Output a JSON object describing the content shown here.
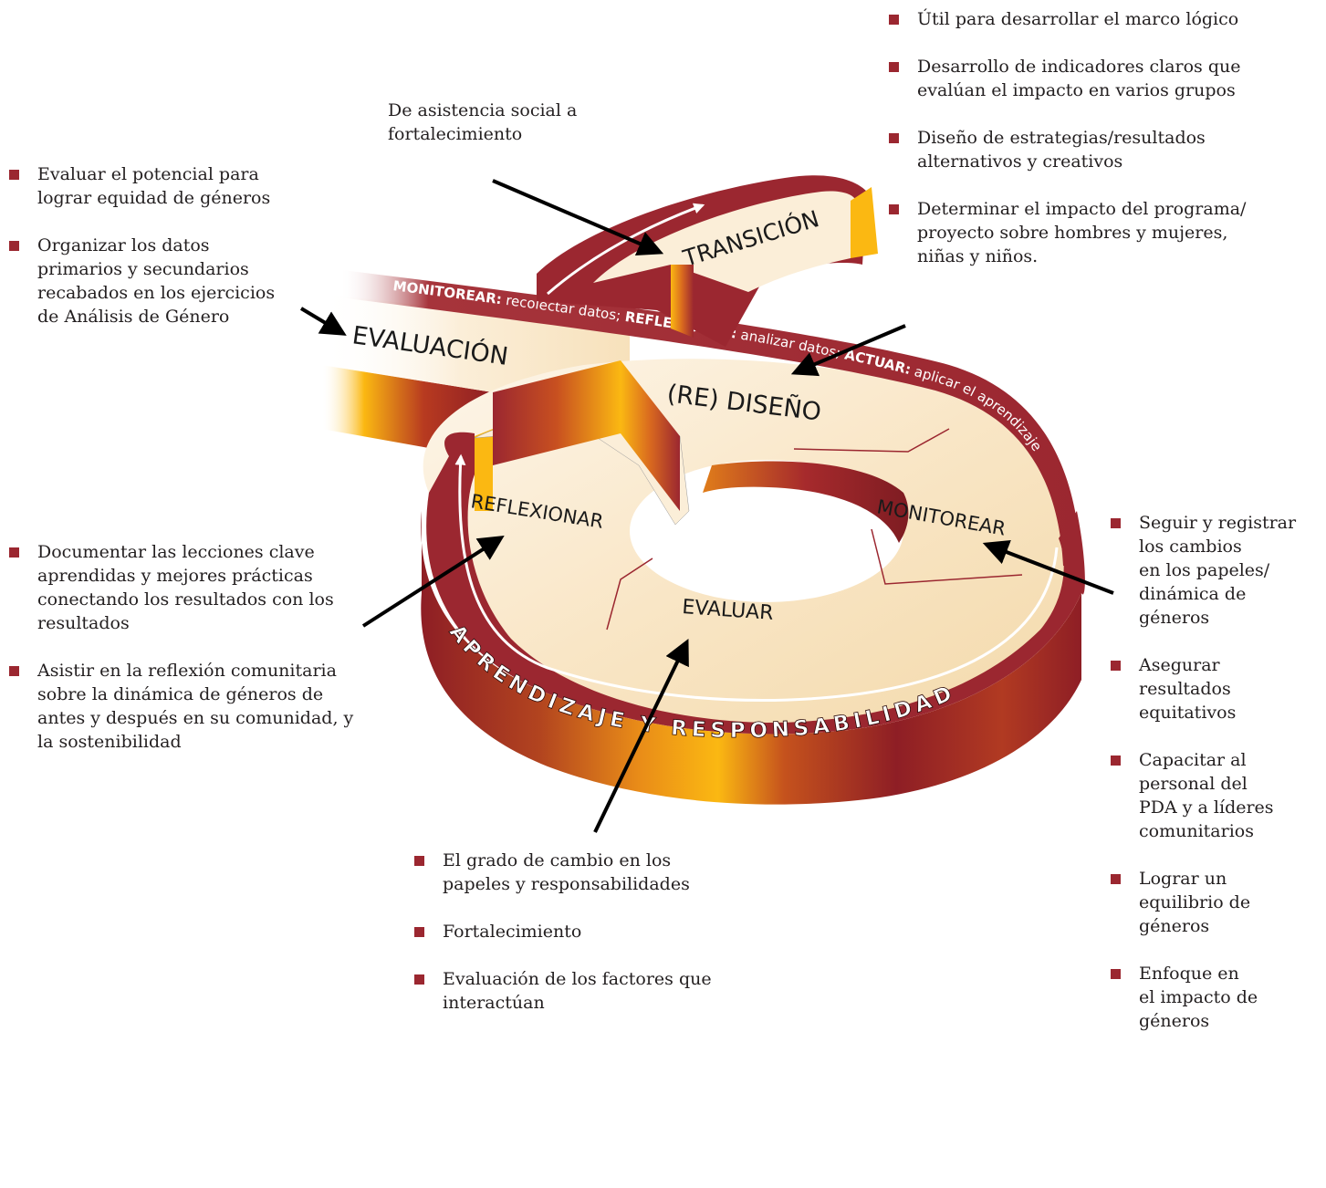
{
  "stages": {
    "transition": "TRANSICIÓN",
    "evaluation": "EVALUACIÓN",
    "redesign": "(RE) DISEÑO",
    "reflect": "REFLEXIONAR",
    "monitor": "MONITOREAR",
    "evaluate": "EVALUAR"
  },
  "band": {
    "monitorear_key": "MONITOREAR:",
    "monitorear_text": " recolectar datos; ",
    "reflexionar_key": "REFLEXIONAR:",
    "reflexionar_text": " analizar datos; ",
    "actuar_key": "ACTUAR:",
    "actuar_text": " aplicar el aprendizaje"
  },
  "ring_label": "APRENDIZAJE Y RESPONSABILIDAD",
  "transition_note": {
    "line1": "De asistencia social a",
    "line2": "fortalecimiento"
  },
  "top_right_bullets": [
    {
      "lines": [
        "Útil para desarrollar el marco lógico"
      ]
    },
    {
      "lines": [
        "Desarrollo de indicadores claros que",
        "evalúan el impacto en varios grupos"
      ]
    },
    {
      "lines": [
        "Diseño de estrategias/resultados",
        "alternativos y creativos"
      ]
    },
    {
      "lines": [
        "Determinar el impacto del programa/",
        "proyecto sobre hombres y mujeres,",
        "niñas y niños."
      ]
    }
  ],
  "left_top_bullets": [
    {
      "lines": [
        "Evaluar el potencial para",
        "lograr equidad de géneros"
      ]
    },
    {
      "lines": [
        "Organizar los datos",
        "primarios y secundarios",
        "recabados en los ejercicios",
        "de Análisis de Género"
      ]
    }
  ],
  "left_bottom_bullets": [
    {
      "lines": [
        "Documentar las lecciones clave",
        "aprendidas y mejores prácticas",
        "conectando los resultados con los",
        "resultados"
      ]
    },
    {
      "lines": [
        "Asistir en la reflexión comunitaria",
        "sobre la dinámica de géneros de",
        "antes y después en su comunidad, y",
        "la sostenibilidad"
      ]
    }
  ],
  "bottom_center_bullets": [
    {
      "lines": [
        "El grado de cambio en los",
        "papeles y responsabilidades"
      ]
    },
    {
      "lines": [
        "Fortalecimiento"
      ]
    },
    {
      "lines": [
        "Evaluación de los factores que",
        "interactúan"
      ]
    }
  ],
  "right_bullets": [
    {
      "lines": [
        "Seguir y registrar",
        "los cambios",
        "en los papeles/",
        "dinámica de",
        "géneros"
      ]
    },
    {
      "lines": [
        "Asegurar",
        "resultados",
        "equitativos"
      ]
    },
    {
      "lines": [
        "Capacitar al",
        "personal del",
        "PDA y a líderes",
        "comunitarios"
      ]
    },
    {
      "lines": [
        "Lograr un",
        "equilibrio de",
        "géneros"
      ]
    },
    {
      "lines": [
        "Enfoque en",
        "el impacto de",
        "géneros"
      ]
    }
  ],
  "colors": {
    "maroon": "#9b2730",
    "dark_red": "#7e1c22",
    "orange": "#d9691f",
    "gold": "#fbb812",
    "cream": "#fbeed8",
    "bullet": "#9b2730"
  }
}
